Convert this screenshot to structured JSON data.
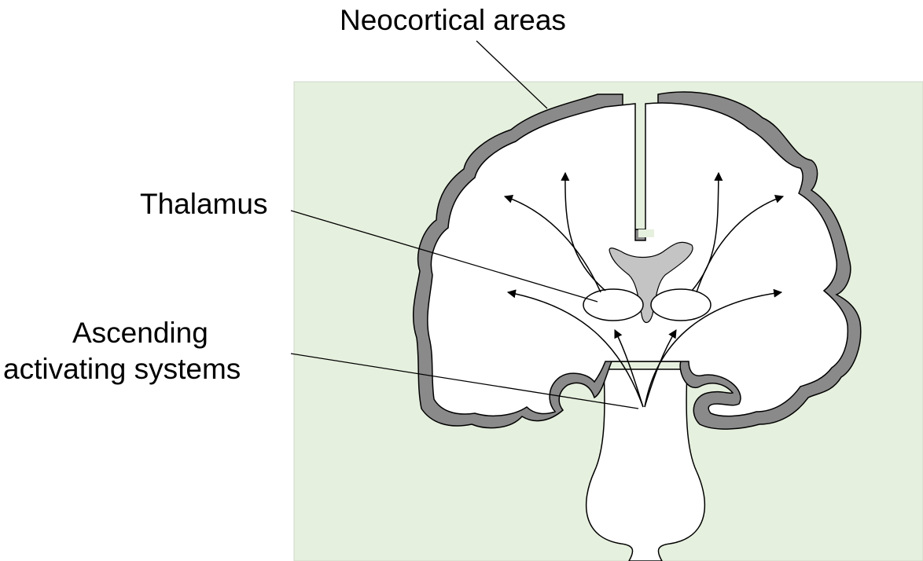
{
  "labels": {
    "neocortical": "Neocortical areas",
    "thalamus": "Thalamus",
    "ascending_line1": "Ascending",
    "ascending_line2": "activating systems"
  },
  "colors": {
    "panel_background": "#e6f0de",
    "cortex_gray": "#8a8a8a",
    "ventricle_gray": "#c4c4c4",
    "outline": "#000000",
    "white_matter": "#ffffff"
  }
}
